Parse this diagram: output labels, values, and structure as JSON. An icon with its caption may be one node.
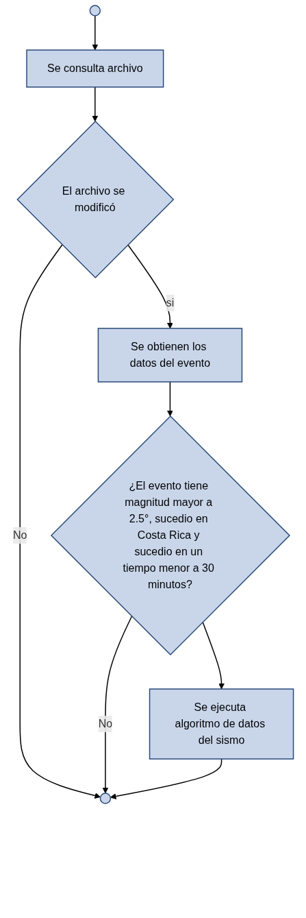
{
  "diagram": {
    "nodes": [
      {
        "text": [],
        "shape": "circle"
      },
      {
        "text": [
          "Se consulta archivo"
        ]
      },
      {
        "text": [
          "El archivo se modificó"
        ]
      },
      {
        "text": [
          "Se obtienen los datos del evento"
        ]
      },
      {
        "text": [
          "¿El evento tiene magnitud mayor a 2.5°, sucedio en Costa Rica y sucedio en un tiempo menor a 30 minutos?"
        ]
      },
      {
        "text": [
          "Se ejecuta algoritmo de datos del sismo"
        ]
      },
      {
        "text": [],
        "shape": "circle"
      }
    ],
    "edges": [
      {
        "from": 0,
        "to": 1,
        "arrow": "to"
      },
      {
        "from": 1,
        "to": 2,
        "arrow": "to"
      },
      {
        "from": 2,
        "to": 6,
        "arrow": "to",
        "label": "No"
      },
      {
        "from": 2,
        "to": 3,
        "arrow": "to",
        "label": "si"
      },
      {
        "from": 3,
        "to": 4,
        "arrow": "to"
      },
      {
        "from": 4,
        "to": 6,
        "arrow": "to",
        "label": "No"
      },
      {
        "from": 4,
        "to": 5,
        "arrow": "to"
      },
      {
        "from": 5,
        "to": 6,
        "arrow": "to"
      }
    ]
  }
}
